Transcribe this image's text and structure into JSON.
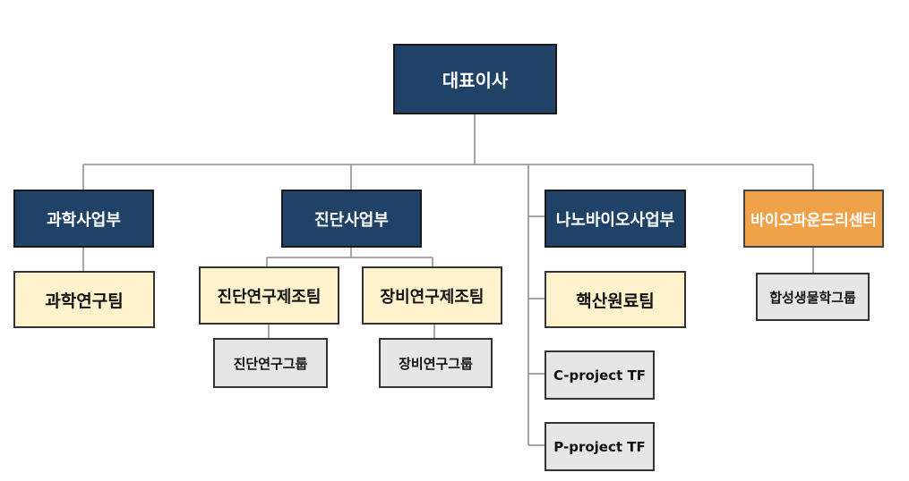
{
  "org": {
    "ceo": "대표이사",
    "divisions": {
      "science": {
        "name": "과학사업부",
        "team": "과학연구팀"
      },
      "diagnostic": {
        "name": "진단사업부",
        "teams": [
          {
            "name": "진단연구제조팀",
            "group": "진단연구그룹"
          },
          {
            "name": "장비연구제조팀",
            "group": "장비연구그룹"
          }
        ]
      },
      "nanobio": {
        "name": "나노바이오사업부",
        "team": "핵산원료팀",
        "task_forces": [
          "C-project TF",
          "P-project TF"
        ]
      },
      "foundry": {
        "name": "바이오파운드리센터",
        "group": "합성생물학그룹"
      }
    }
  },
  "colors": {
    "navy": "#1f4266",
    "orange": "#f0a24b",
    "cream": "#fdf2cc",
    "grey": "#e6e6e6",
    "connector": "#8a8a8a"
  }
}
